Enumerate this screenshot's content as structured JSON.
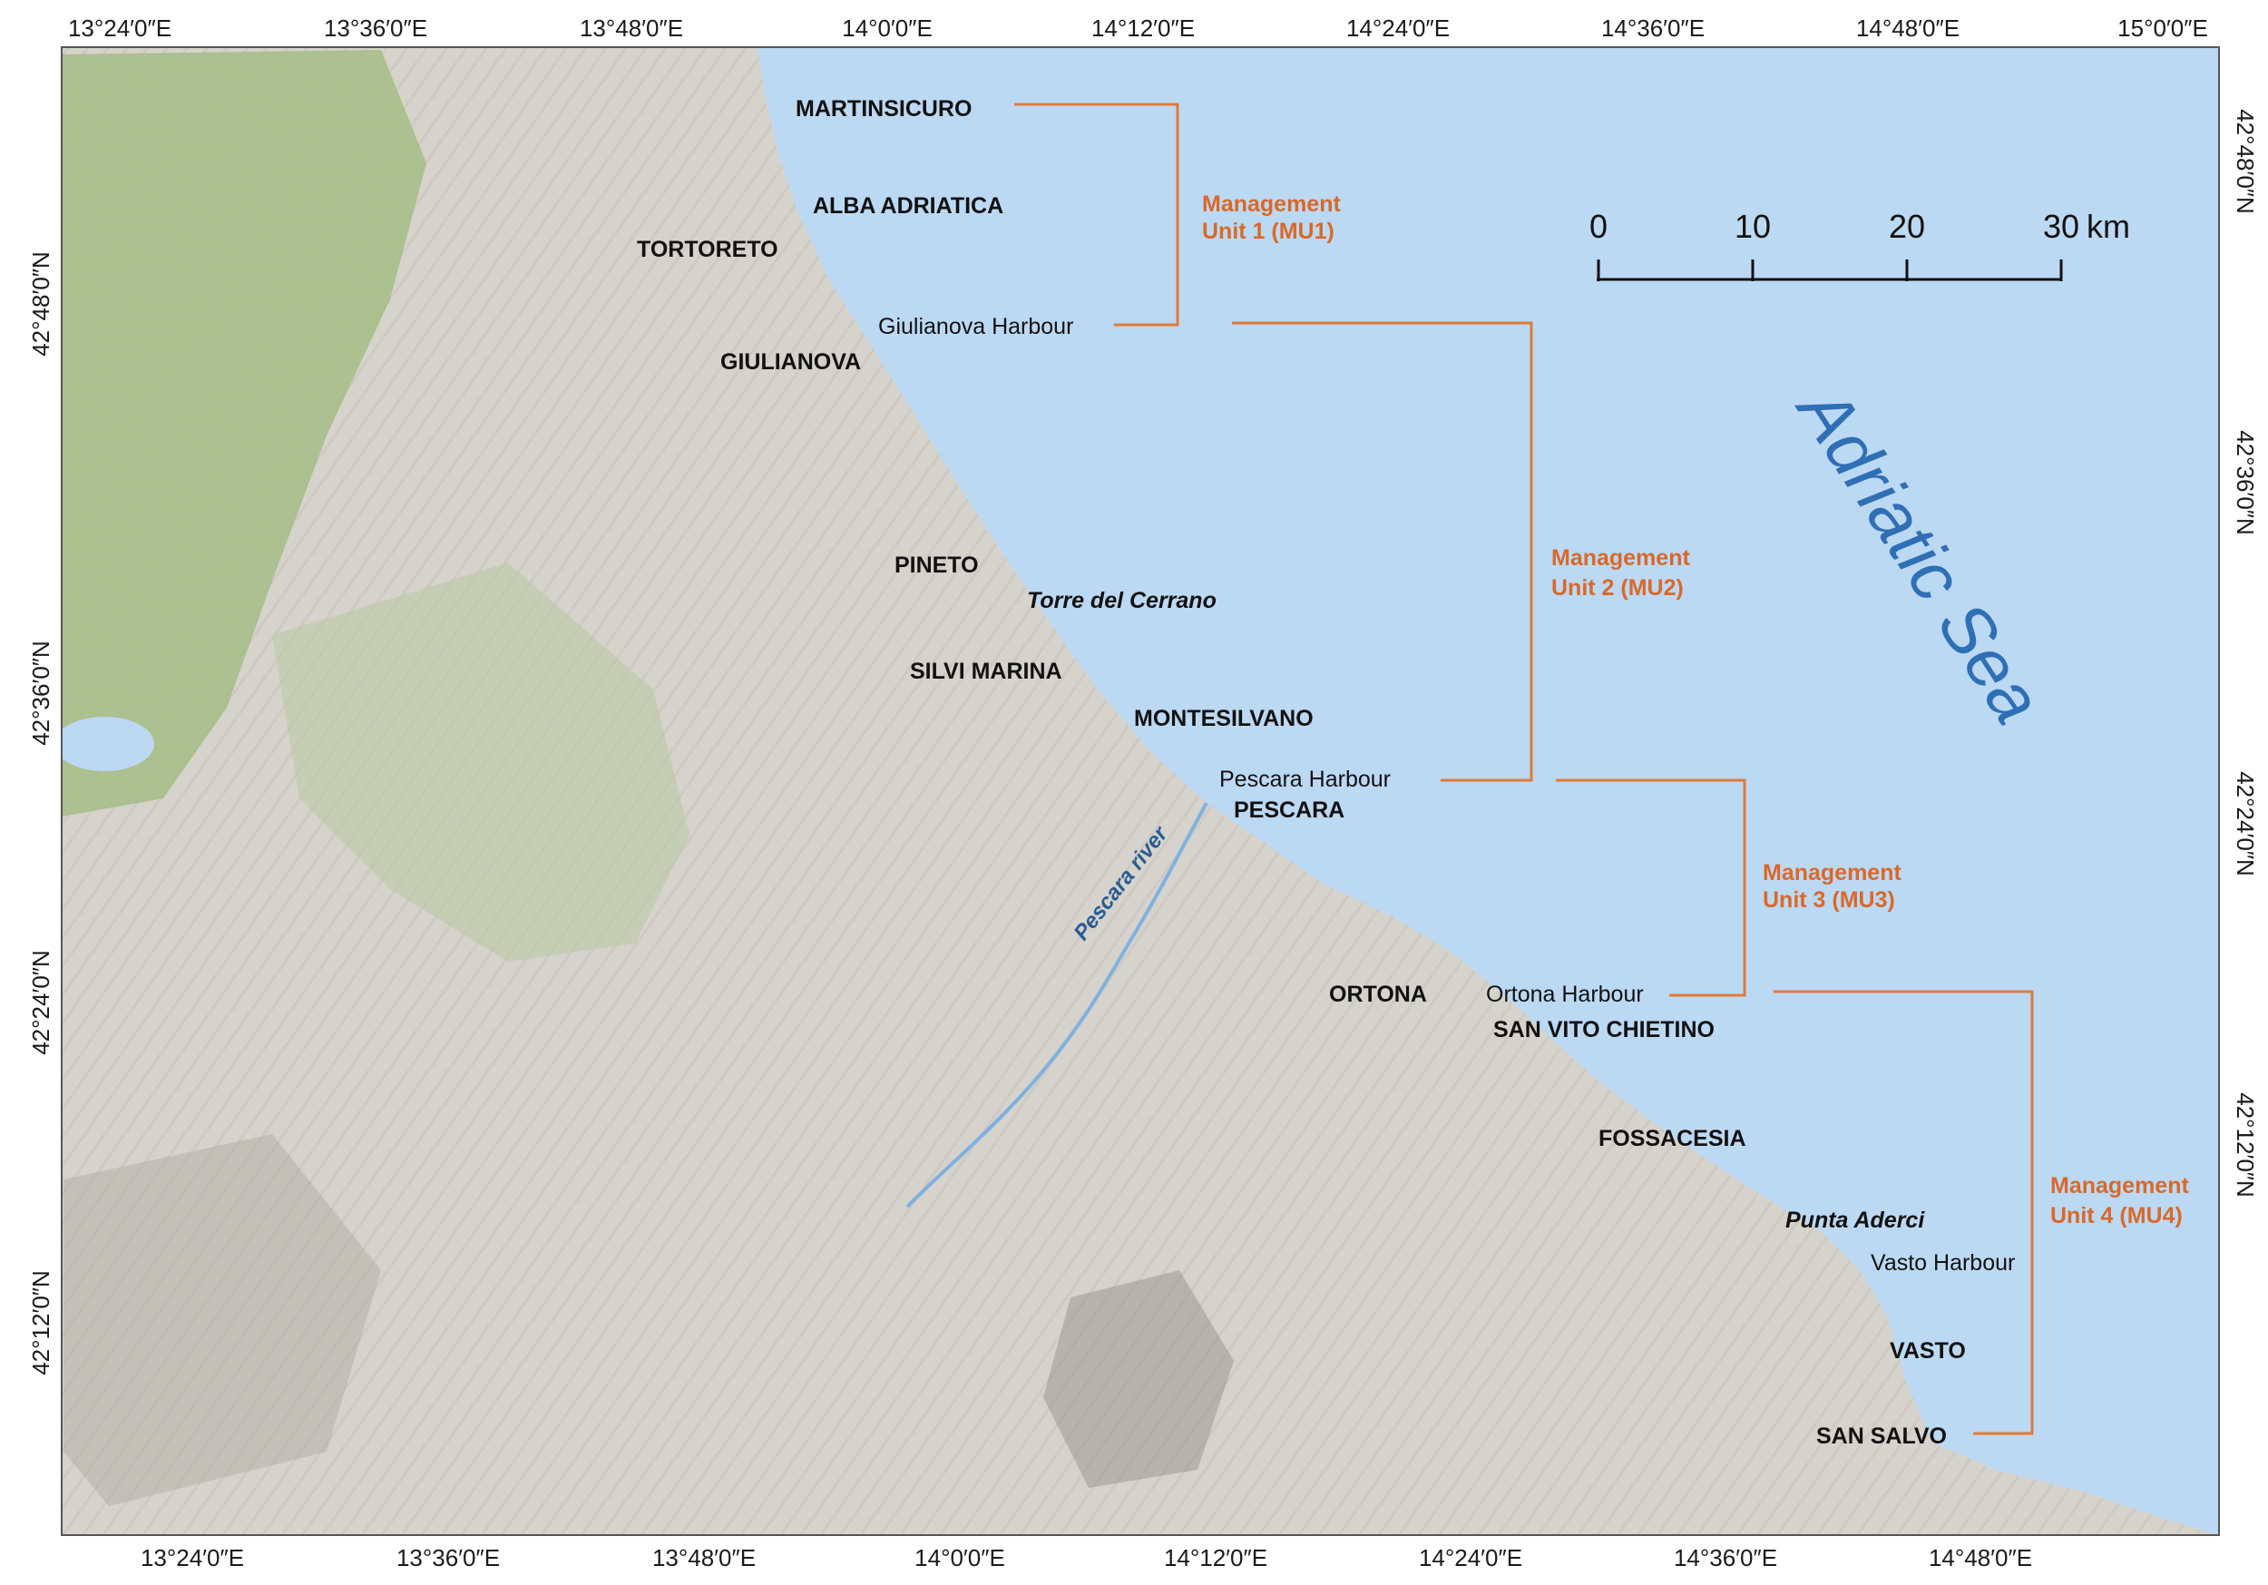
{
  "map": {
    "sea_name": "Adriatic Sea",
    "river_name": "Pescara river",
    "colors": {
      "sea": "#bcd9f3",
      "land": "#d9d6cf",
      "relief_green": "#9dba7c",
      "management_line": "#e07a38",
      "management_text": "#d9692a",
      "sea_label": "#2f6fb6"
    },
    "longitude_labels": [
      "13°24′0″E",
      "13°36′0″E",
      "13°48′0″E",
      "14°0′0″E",
      "14°12′0″E",
      "14°24′0″E",
      "14°36′0″E",
      "14°48′0″E",
      "15°0′0″E"
    ],
    "longitude_labels_bottom": [
      "13°24′0″E",
      "13°36′0″E",
      "13°48′0″E",
      "14°0′0″E",
      "14°12′0″E",
      "14°24′0″E",
      "14°36′0″E",
      "14°48′0″E"
    ],
    "latitude_labels_left": [
      "42°48′0″N",
      "42°36′0″N",
      "42°24′0″N",
      "42°12′0″N"
    ],
    "latitude_labels_right": [
      "42°48′0″N",
      "42°36′0″N",
      "42°24′0″N",
      "42°12′0″N"
    ],
    "towns": [
      "MARTINSICURO",
      "ALBA ADRIATICA",
      "TORTORETO",
      "GIULIANOVA",
      "PINETO",
      "SILVI MARINA",
      "MONTESILVANO",
      "PESCARA",
      "ORTONA",
      "SAN VITO CHIETINO",
      "FOSSACESIA",
      "VASTO",
      "SAN SALVO"
    ],
    "harbours": [
      "Giulianova Harbour",
      "Pescara Harbour",
      "Ortona Harbour",
      "Vasto Harbour"
    ],
    "places": [
      "Torre del Cerrano",
      "Punta Aderci"
    ],
    "management_units": [
      {
        "line1": "Management",
        "line2": "Unit 1 (MU1)"
      },
      {
        "line1": "Management",
        "line2": "Unit 2 (MU2)"
      },
      {
        "line1": "Management",
        "line2": "Unit 3 (MU3)"
      },
      {
        "line1": "Management",
        "line2": "Unit 4 (MU4)"
      }
    ],
    "scale_bar": {
      "ticks": [
        "0",
        "10",
        "20",
        "30"
      ],
      "unit": "km"
    }
  }
}
